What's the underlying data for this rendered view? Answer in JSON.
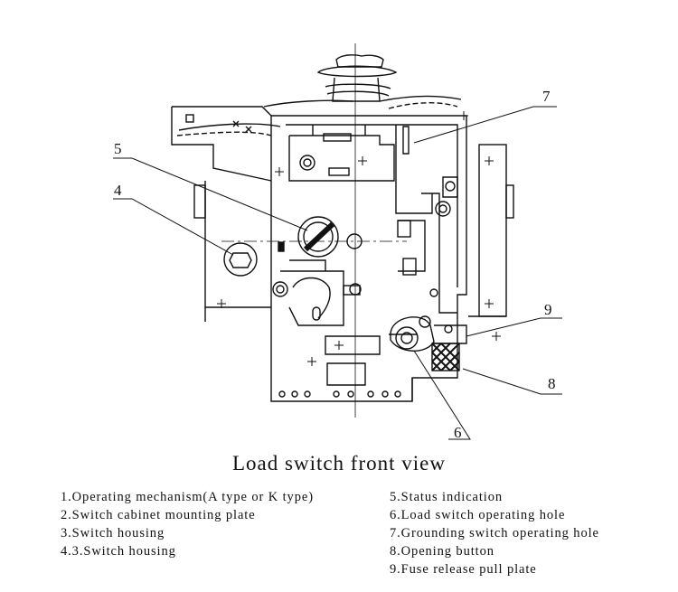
{
  "diagram": {
    "callouts": [
      "5",
      "4",
      "7",
      "9",
      "8",
      "6"
    ]
  },
  "title": "Load switch front view",
  "legend": {
    "left": [
      "1.Operating mechanism(A type or K type)",
      "2.Switch cabinet mounting plate",
      "3.Switch housing",
      "4.3.Switch housing"
    ],
    "right": [
      "5.Status indication",
      "6.Load switch operating hole",
      "7.Grounding switch operating hole",
      "8.Opening button",
      "9.Fuse release pull plate"
    ]
  }
}
